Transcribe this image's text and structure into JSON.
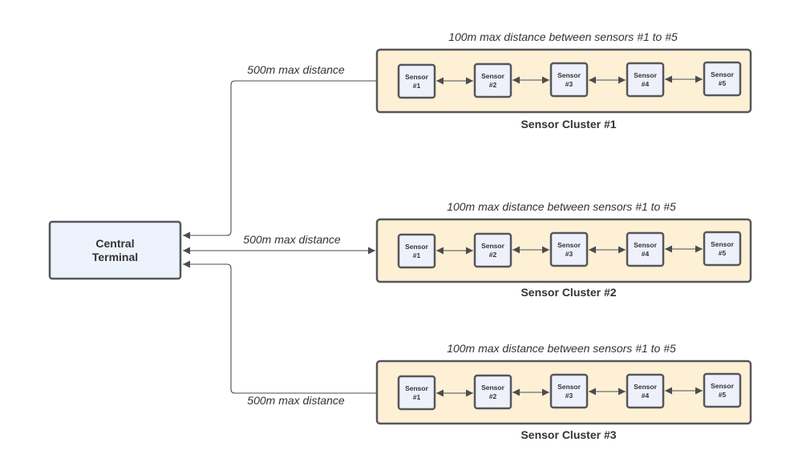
{
  "terminal": {
    "line1": "Central",
    "line2": "Terminal"
  },
  "link_label": "500m max distance",
  "clusters": [
    {
      "title": "Sensor Cluster #1",
      "note": "100m max distance between sensors #1 to #5",
      "sensors": [
        {
          "name": "Sensor",
          "num": "#1"
        },
        {
          "name": "Sensor",
          "num": "#2"
        },
        {
          "name": "Sensor",
          "num": "#3"
        },
        {
          "name": "Sensor",
          "num": "#4"
        },
        {
          "name": "Sensor",
          "num": "#5"
        }
      ]
    },
    {
      "title": "Sensor Cluster #2",
      "note": "100m max distance between sensors #1 to #5",
      "sensors": [
        {
          "name": "Sensor",
          "num": "#1"
        },
        {
          "name": "Sensor",
          "num": "#2"
        },
        {
          "name": "Sensor",
          "num": "#3"
        },
        {
          "name": "Sensor",
          "num": "#4"
        },
        {
          "name": "Sensor",
          "num": "#5"
        }
      ]
    },
    {
      "title": "Sensor Cluster #3",
      "note": "100m max distance between sensors #1 to #5",
      "sensors": [
        {
          "name": "Sensor",
          "num": "#1"
        },
        {
          "name": "Sensor",
          "num": "#2"
        },
        {
          "name": "Sensor",
          "num": "#3"
        },
        {
          "name": "Sensor",
          "num": "#4"
        },
        {
          "name": "Sensor",
          "num": "#5"
        }
      ]
    }
  ],
  "colors": {
    "cluster_fill": "#fdf0d5",
    "sensor_fill": "#eef1fb",
    "terminal_fill": "#edf3fd",
    "stroke": "#55575b"
  }
}
